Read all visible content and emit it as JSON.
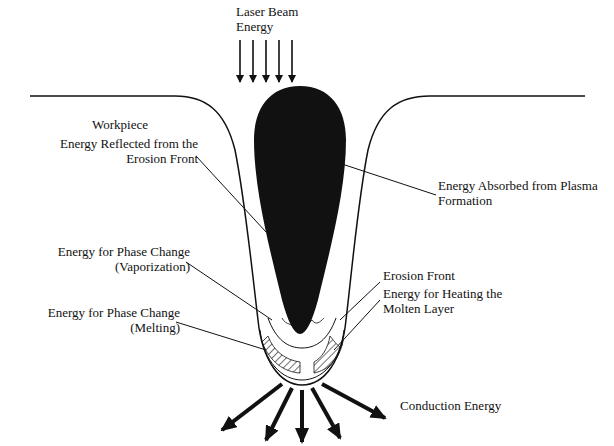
{
  "diagram": {
    "labels": [
      "Laser Beam Energy",
      "Workpiece",
      "Energy Reflected from the Erosion Front",
      "Energy Absorbed from Plasma Formation",
      "Energy for Phase Change (Vaporization)",
      "Erosion Front",
      "Energy for Heating the Molten Layer",
      "Energy for Phase Change (Melting)",
      "Conduction Energy"
    ]
  }
}
